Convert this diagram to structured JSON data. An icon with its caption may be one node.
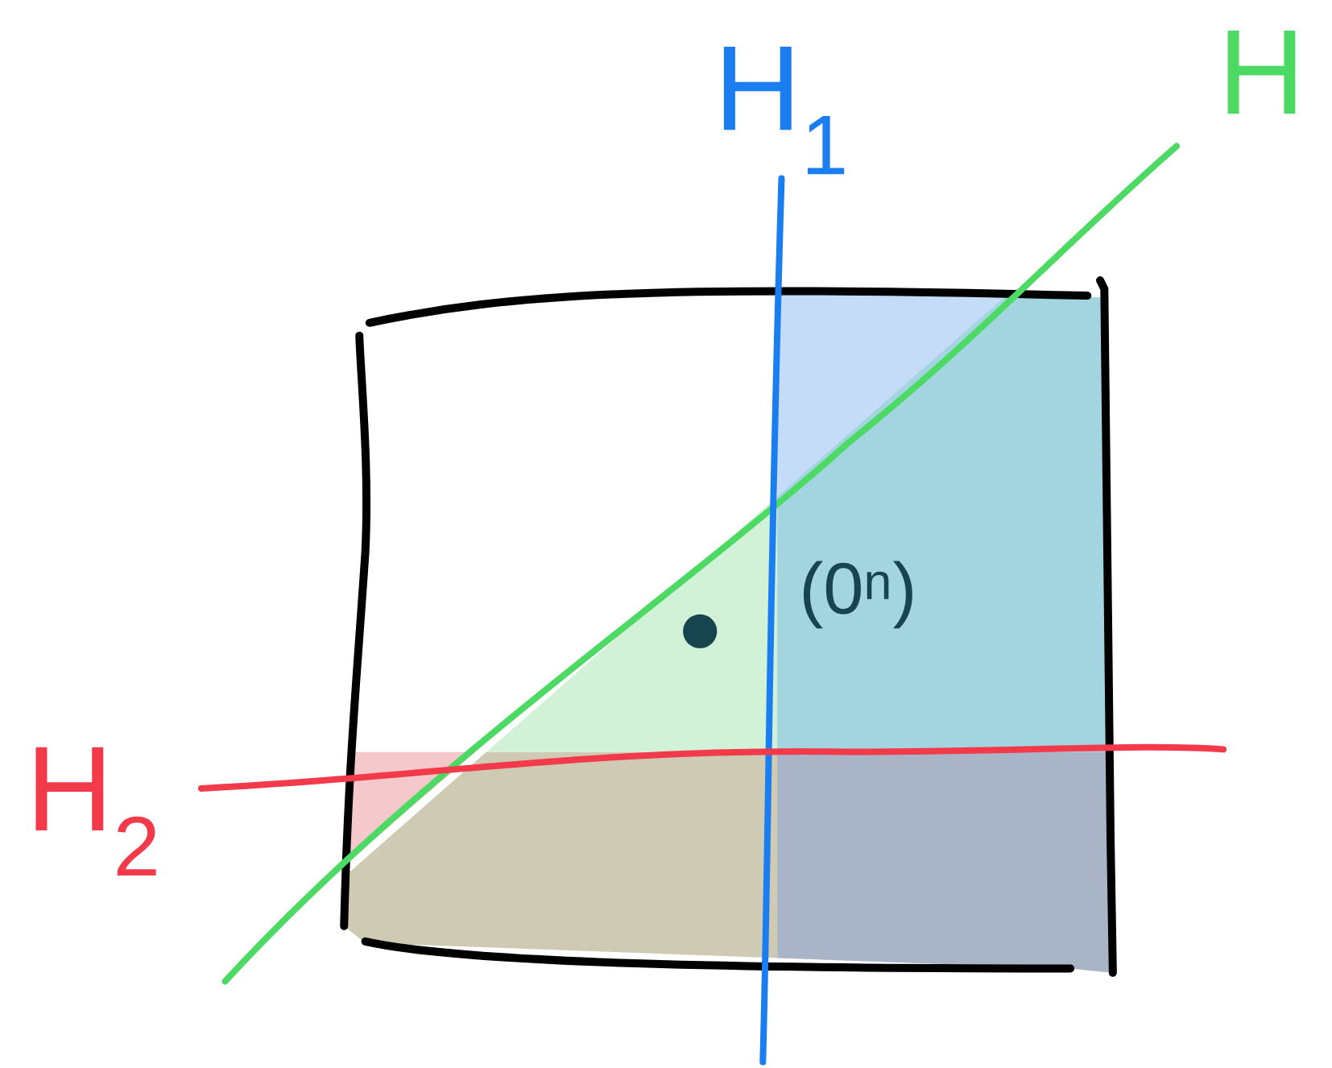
{
  "diagram": {
    "labels": [
      "H",
      "H$_{1}$",
      "H$_{2}$",
      "(0$^{n}$)"
    ]
  }
}
